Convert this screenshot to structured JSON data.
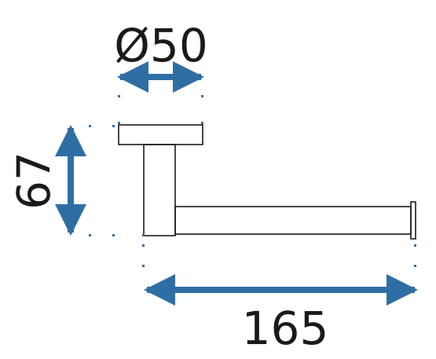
{
  "dimensions": {
    "diameter": "Ø50",
    "height": "67",
    "length": "165"
  },
  "colors": {
    "arrow": "#2f6ea5",
    "outline": "#1a1a1a",
    "guide_dot": "#2f6ea5"
  }
}
